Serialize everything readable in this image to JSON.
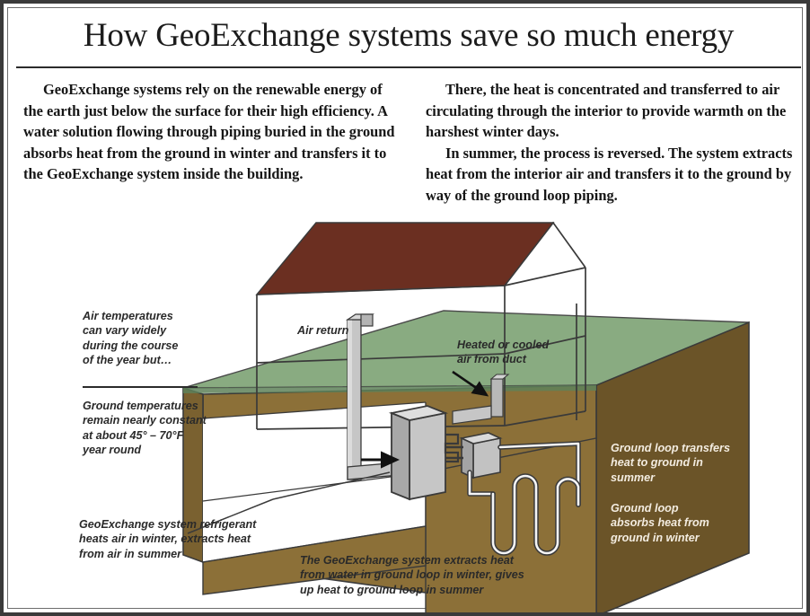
{
  "title": "How GeoExchange systems save so much energy",
  "intro": {
    "left_column": [
      "GeoExchange systems rely on the renewable energy of the earth just below the surface for their high efficiency. A water solution flowing through piping buried in the ground absorbs heat from the ground in winter and transfers it to the GeoExchange system inside the building."
    ],
    "right_column": [
      "There, the heat is concentrated and transferred to air circulating through the interior to provide warmth on the harshest winter days.",
      "In summer, the process is reversed. The system extracts heat from the interior air and transfers it to the ground by way of the ground loop piping."
    ]
  },
  "annotations": {
    "air_temperature": "Air temperatures\ncan vary widely\nduring the course\nof the year but…",
    "ground_temperature": "Ground temperatures\nremain nearly constant\nat about 45° – 70°F\nyear round",
    "air_return": "Air return",
    "heated_or_cooled": "Heated or cooled\nair from duct",
    "ground_loop_summer": "Ground loop transfers\nheat to ground in\nsummer",
    "ground_loop_winter": "Ground loop\nabsorbs heat from\nground in winter",
    "refrigerant": "GeoExchange system refrigerant\nheats air in winter, extracts heat\nfrom air in summer",
    "extracts_heat": "The GeoExchange system extracts heat\nfrom water in ground loop in winter, gives\nup heat to ground loop in summer"
  },
  "colors": {
    "roof": "#6b2f21",
    "grass_top": "#7fa477",
    "grass_side": "#5e8159",
    "soil_front": "#8c7038",
    "soil_right": "#6b5428",
    "soil_top_cut": "#a3834a",
    "equipment_gray": "#c6c6c6",
    "equipment_gray_dark": "#9b9b9b",
    "pipe_white": "#f5f5f5",
    "outline": "#3a3a3a",
    "page_border": "#3a3a3a",
    "text": "#151515",
    "anno_light": "#f3ece0"
  },
  "diagram": {
    "type": "cutaway-isometric-illustration",
    "subject": "GeoExchange (geothermal heat pump) system in a house with buried ground loop",
    "elements": [
      "house-wireframe",
      "pitched-roof",
      "lawn-surface",
      "soil-block-cutaway",
      "air-return-duct",
      "supply-duct",
      "heat-pump-unit",
      "circulating-pump",
      "ground-loop-serpentine-pipe"
    ]
  }
}
